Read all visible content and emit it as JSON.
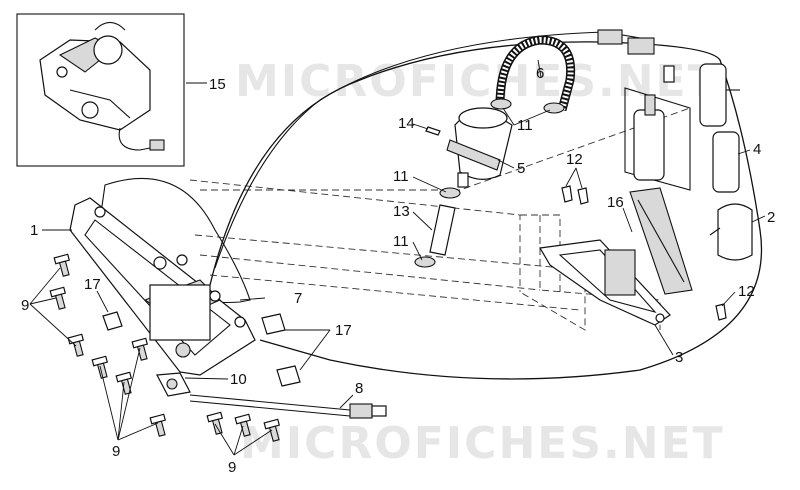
{
  "diagram": {
    "watermarks": [
      "MICROFICHES.NET",
      "MICROFICHES.NET"
    ],
    "callouts": {
      "c1": "1",
      "c2": "2",
      "c3": "3",
      "c4": "4",
      "c5": "5",
      "c6": "6",
      "c7": "7",
      "c8": "8",
      "c9a": "9",
      "c9b": "9",
      "c9c": "9",
      "c10": "10",
      "c11a": "11",
      "c11b": "11",
      "c11c": "11",
      "c12a": "12",
      "c12b": "12",
      "c13": "13",
      "c14": "14",
      "c15": "15",
      "c16": "16",
      "c17a": "17",
      "c17b": "17"
    }
  }
}
